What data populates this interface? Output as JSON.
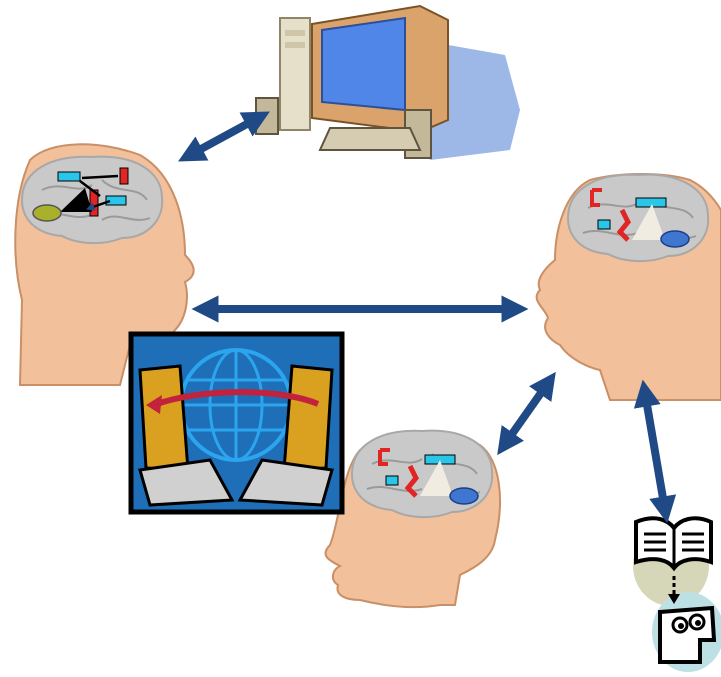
{
  "diagram": {
    "nodes": [
      {
        "id": "computer",
        "icon": "desktop-computer-icon"
      },
      {
        "id": "head-left",
        "icon": "human-head-with-brain-icon",
        "concept_map": "source"
      },
      {
        "id": "head-right",
        "icon": "human-head-with-brain-icon",
        "concept_map": "copy"
      },
      {
        "id": "head-bottom",
        "icon": "human-head-with-brain-icon",
        "concept_map": "copy"
      },
      {
        "id": "network",
        "icon": "networked-computers-globe-icon"
      },
      {
        "id": "book-reader",
        "icon": "book-and-reader-icon"
      }
    ],
    "edges": [
      {
        "from": "head-left",
        "to": "computer",
        "style": "bidirectional"
      },
      {
        "from": "head-left",
        "to": "head-right",
        "style": "bidirectional"
      },
      {
        "from": "head-right",
        "to": "head-bottom",
        "style": "bidirectional"
      },
      {
        "from": "head-right",
        "to": "book-reader",
        "style": "bidirectional"
      }
    ],
    "colors": {
      "arrow": "#1f4a86",
      "skin": "#f2c09a",
      "brain": "#c9c9c9",
      "globe": "#2a8fd6",
      "network_bg": "#1e6fb8",
      "network_arrow": "#c2223c",
      "monitor_screen": "#4f86e8"
    }
  }
}
